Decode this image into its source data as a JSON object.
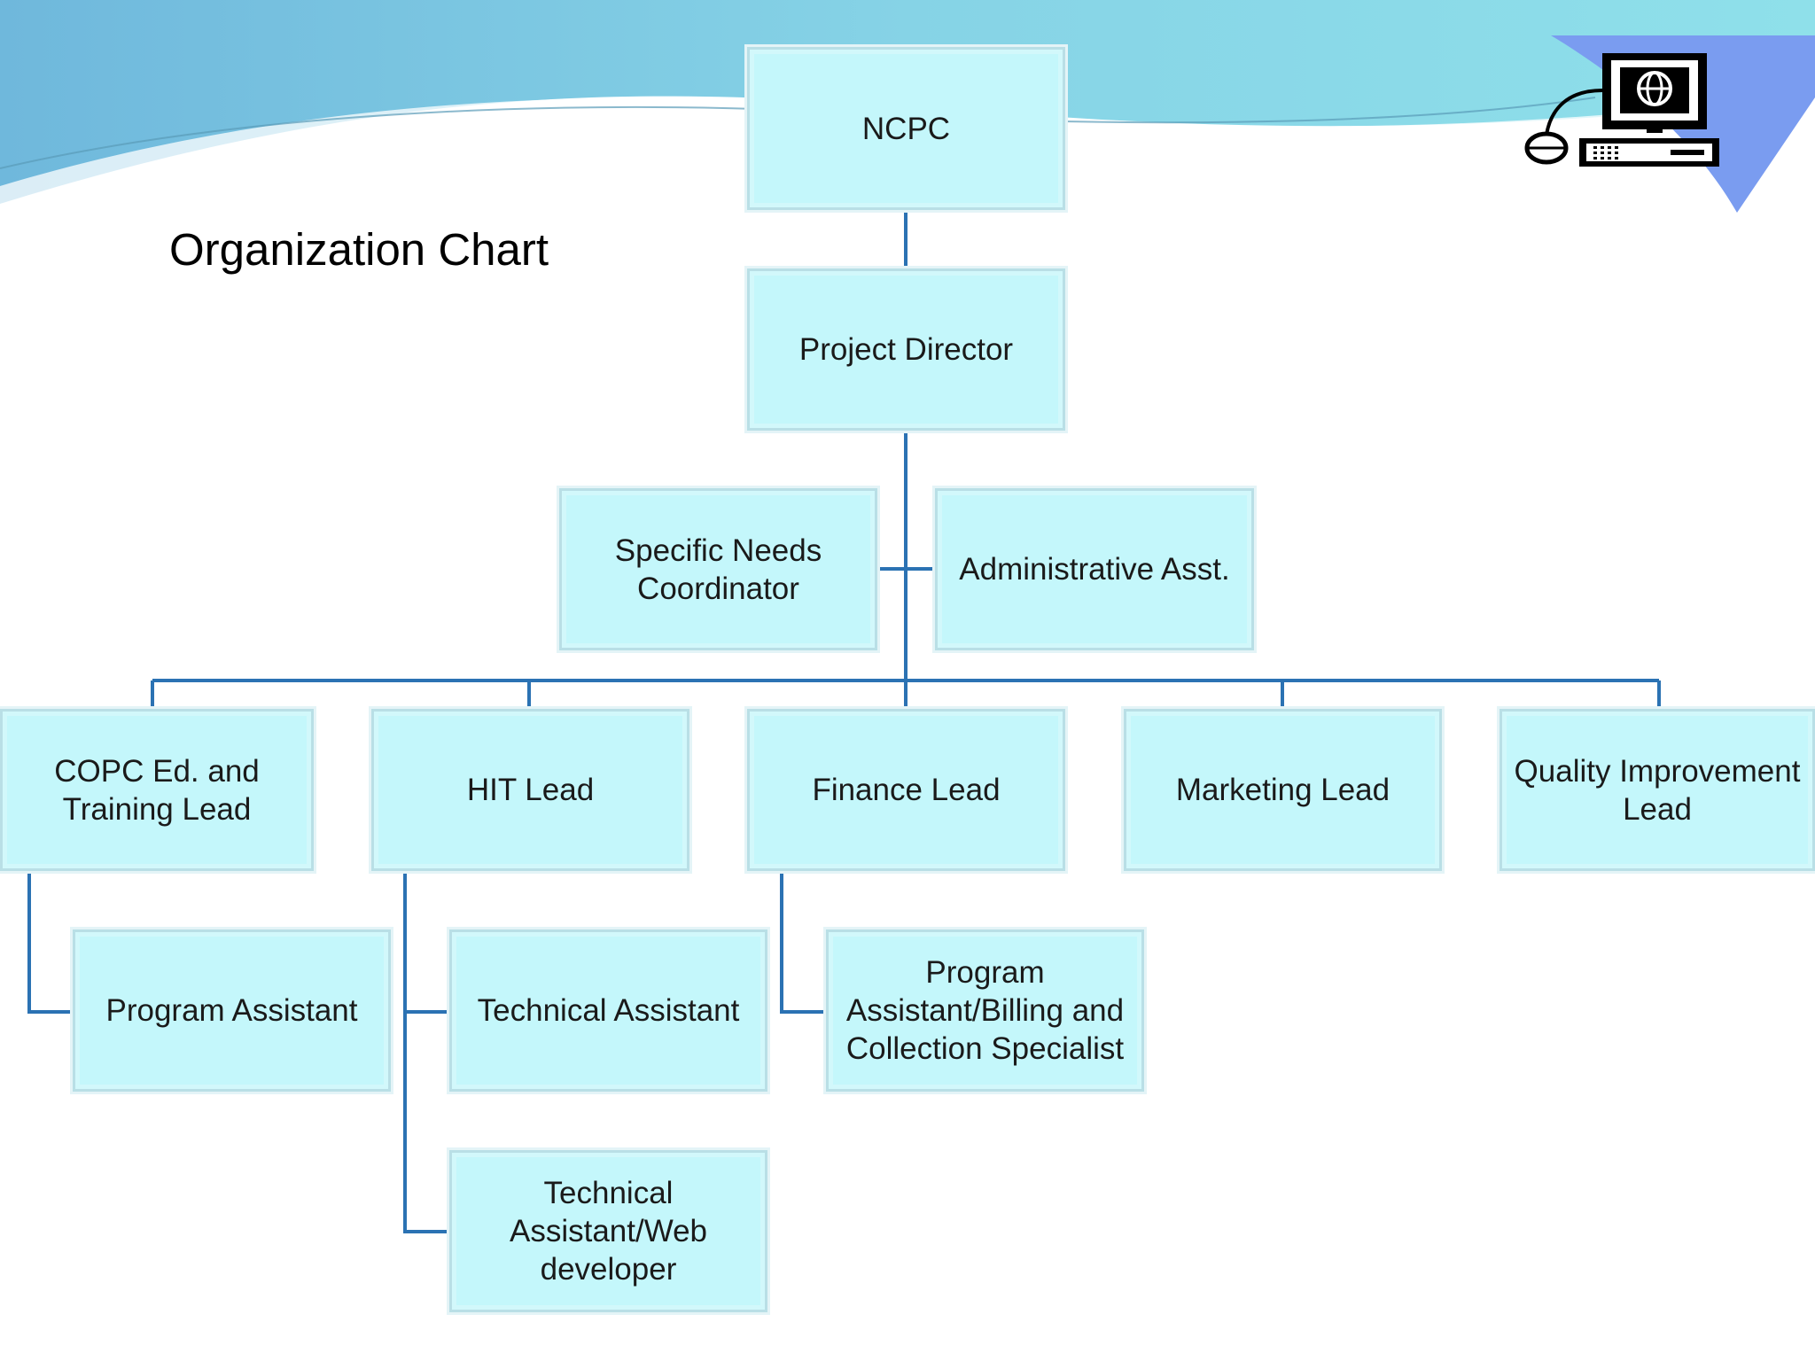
{
  "slide": {
    "title": "Organization Chart"
  },
  "colors": {
    "box_fill": "#c4f7fb",
    "box_border": "#b9dfe6",
    "connector": "#2b72b3",
    "wave_top": "#7ec8e0"
  },
  "org": {
    "ncpc": "NCPC",
    "project_director": "Project Director",
    "specific_needs": "Specific Needs Coordinator",
    "admin_asst": "Administrative Asst.",
    "copc_lead": "COPC Ed. and Training Lead",
    "hit_lead": "HIT Lead",
    "finance_lead": "Finance Lead",
    "marketing_lead": "Marketing Lead",
    "quality_lead": "Quality Improvement Lead",
    "program_assistant": "Program Assistant",
    "technical_assistant": "Technical Assistant",
    "billing_specialist": "Program Assistant/Billing and Collection Specialist",
    "web_developer": "Technical Assistant/Web developer"
  },
  "icons": {
    "corner": "computer-icon"
  }
}
